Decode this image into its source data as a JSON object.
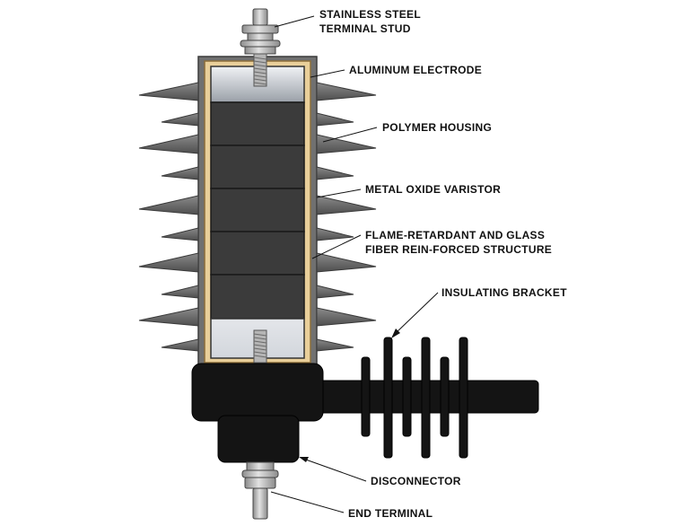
{
  "labels": {
    "stud": [
      "STAINLESS STEEL",
      "TERMINAL STUD"
    ],
    "electrode": "ALUMINUM ELECTRODE",
    "housing": "POLYMER HOUSING",
    "varistor": "METAL OXIDE VARISTOR",
    "structure": [
      "FLAME-RETARDANT AND GLASS",
      "FIBER REIN-FORCED STRUCTURE"
    ],
    "bracket": "INSULATING BRACKET",
    "disconnector": "DISCONNECTOR",
    "end_terminal": "END TERMINAL"
  },
  "colors": {
    "housing": "#6d6d6d",
    "housing_edge": "#3a3a3a",
    "frame": "#e9cf9a",
    "frame_edge": "#8a6d3b",
    "varistor": "#3a3a3a",
    "electrode": "#c8cdd4",
    "metal": "#b9b9b9",
    "black": "#141414"
  }
}
